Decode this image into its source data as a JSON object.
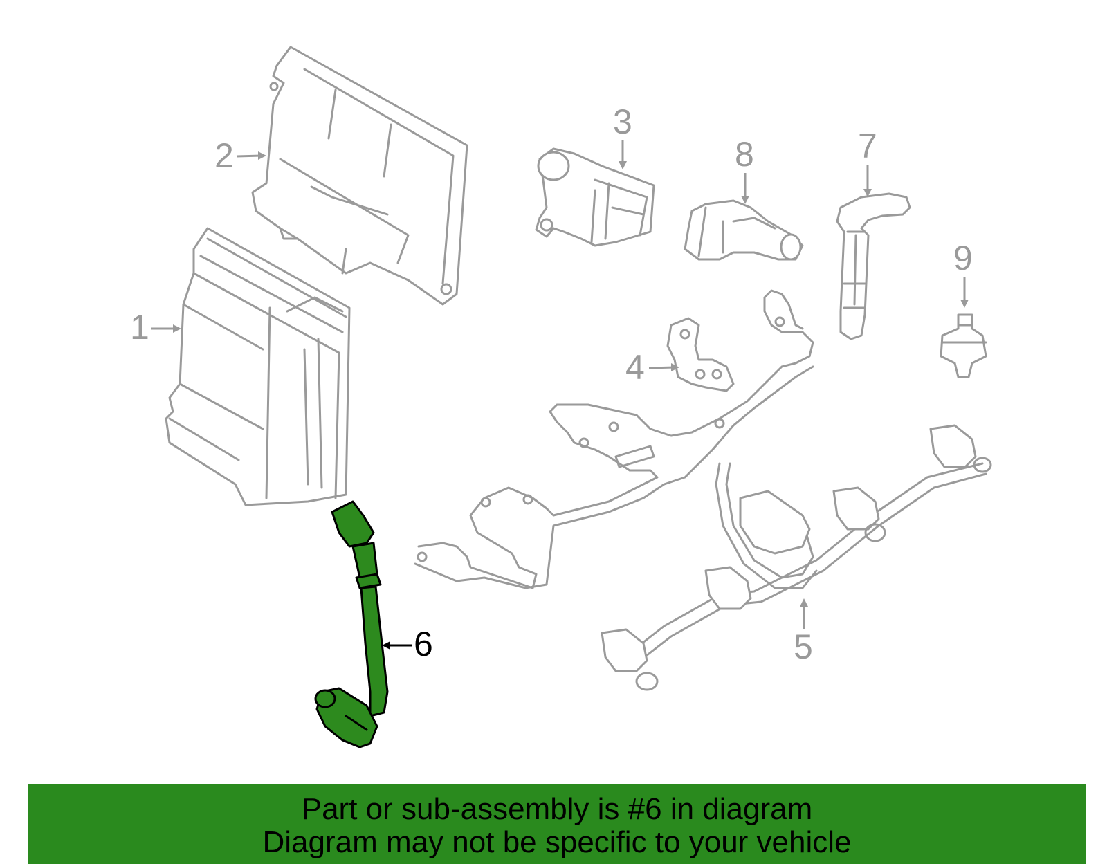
{
  "callouts": {
    "c1": "1",
    "c2": "2",
    "c3": "3",
    "c4": "4",
    "c5": "5",
    "c6": "6",
    "c7": "7",
    "c8": "8",
    "c9": "9"
  },
  "banner": {
    "line1": "Part or sub-assembly is #6 in diagram",
    "line2": "Diagram may not be specific to your vehicle"
  },
  "colors": {
    "highlight": "#2d8a1e",
    "banner": "#2a8a1e",
    "outline": "#9a9a9a"
  }
}
